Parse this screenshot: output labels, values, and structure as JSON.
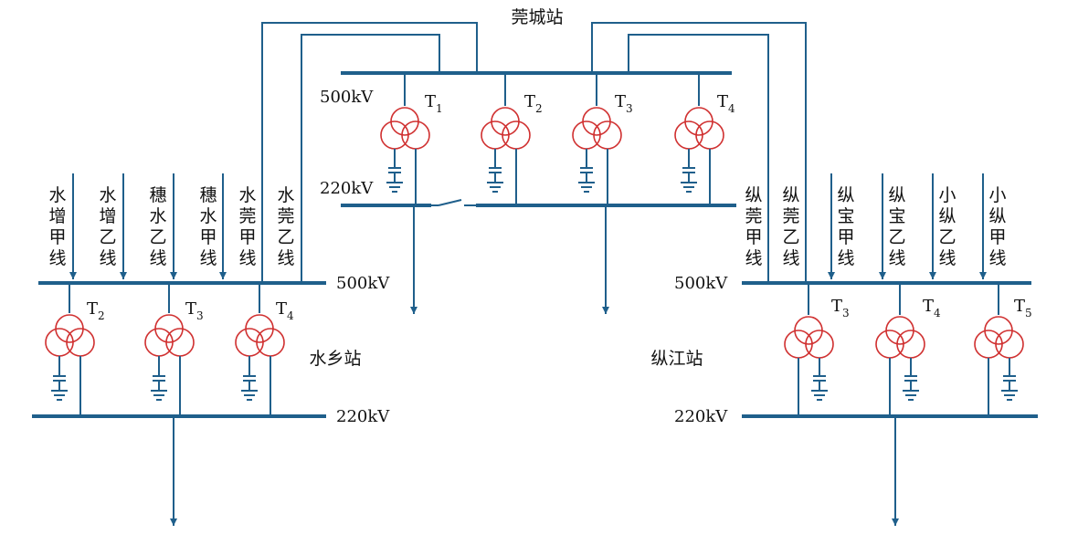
{
  "stations": {
    "center": {
      "name": "莞城站",
      "bus_500": "500kV",
      "bus_220": "220kV",
      "transformers": [
        {
          "label": "T",
          "sub": "1"
        },
        {
          "label": "T",
          "sub": "2"
        },
        {
          "label": "T",
          "sub": "3"
        },
        {
          "label": "T",
          "sub": "4"
        }
      ]
    },
    "left": {
      "name": "水乡站",
      "bus_500": "500kV",
      "bus_220": "220kV",
      "transformers": [
        {
          "label": "T",
          "sub": "2"
        },
        {
          "label": "T",
          "sub": "3"
        },
        {
          "label": "T",
          "sub": "4"
        }
      ],
      "lines": [
        "水增甲线",
        "水增乙线",
        "穗水乙线",
        "穗水甲线",
        "水莞甲线",
        "水莞乙线"
      ]
    },
    "right": {
      "name": "纵江站",
      "bus_500": "500kV",
      "bus_220": "220kV",
      "transformers": [
        {
          "label": "T",
          "sub": "3"
        },
        {
          "label": "T",
          "sub": "4"
        },
        {
          "label": "T",
          "sub": "5"
        }
      ],
      "lines": [
        "纵莞甲线",
        "纵莞乙线",
        "纵宝甲线",
        "纵宝乙线",
        "小纵乙线",
        "小纵甲线"
      ]
    }
  }
}
